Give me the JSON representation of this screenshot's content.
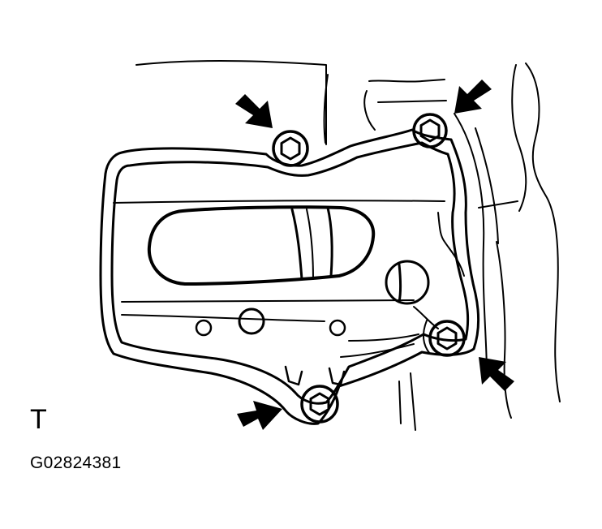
{
  "diagram": {
    "view_marker": "T",
    "figure_id": "G02824381",
    "colors": {
      "line": "#000000",
      "background": "#ffffff"
    },
    "components": {
      "housing": "housing-plate",
      "bolts": [
        "bolt-top-left",
        "bolt-top-right",
        "bolt-right",
        "bolt-bottom"
      ],
      "arrows": [
        "arrow-top-left",
        "arrow-top-right",
        "arrow-right",
        "arrow-bottom"
      ]
    }
  }
}
